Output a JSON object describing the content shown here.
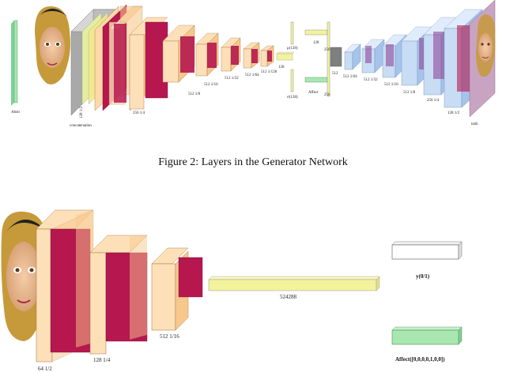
{
  "caption": "Figure 2: Layers in the Generator Network",
  "generator": {
    "input_label": "Abstr",
    "concat_label": "concatenation",
    "size_labels": [
      "128 1/2",
      "256 1/4",
      "512 1/8",
      "512 1/16",
      "512 1/32",
      "512 1/64",
      "512 1/128",
      "128"
    ],
    "mu_label": "μ(128)",
    "sigma_label": "σ(128)",
    "mid_labels": [
      "128",
      "Affect",
      "256",
      "256",
      "512"
    ],
    "decoder_labels": [
      "512 1/64",
      "512 1/32",
      "512 1/16",
      "512 1/8",
      "256 1/4",
      "128 1/2"
    ],
    "output_label": "tanh"
  },
  "discriminator": {
    "size_labels": [
      "64 1/2",
      "128 1/4",
      "512 1/16",
      "524288"
    ],
    "y_label": "y(0/1)",
    "affect_label": "Affect([0,0,0,0,1,0,0])"
  },
  "colors": {
    "orange_front": "#fde0b8",
    "orange_side": "#f7c78c",
    "crimson": "#b5174e",
    "yellow": "#f3f39e",
    "green": "#a8e8b0",
    "blue": "#c8dcf4",
    "purple": "#c9a4c2",
    "gray": "#bdbdbd"
  }
}
